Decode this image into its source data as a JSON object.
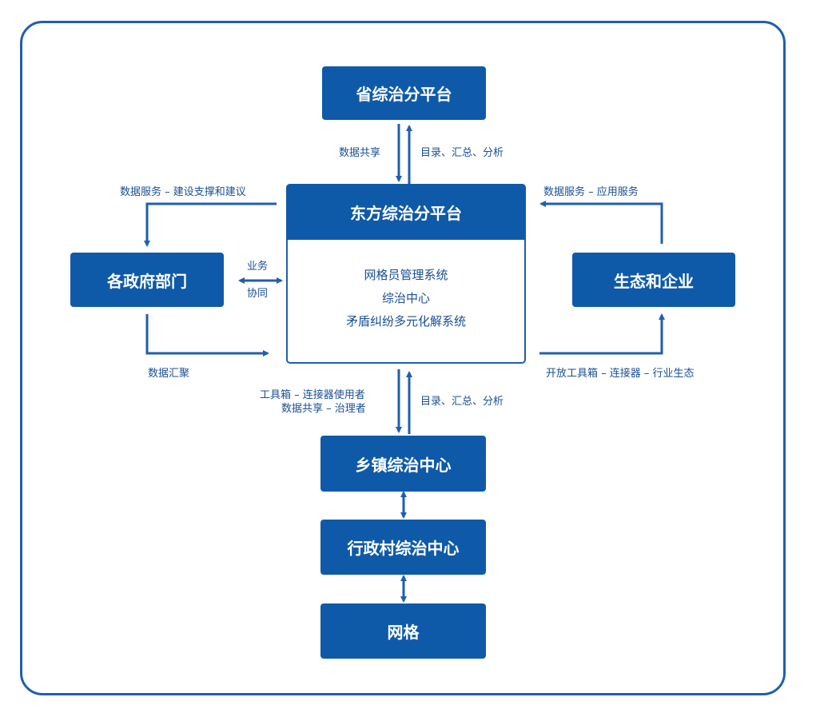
{
  "nodes": {
    "province": "省综治分平台",
    "dongfang": "东方综治分平台",
    "gov": "各政府部门",
    "eco": "生态和企业",
    "township": "乡镇综治中心",
    "village": "行政村综治中心",
    "grid": "网格"
  },
  "center_items": [
    "网格员管理系统",
    "综治中心",
    "矛盾纠纷多元化解系统"
  ],
  "labels": {
    "data_share_top": "数据共享",
    "catalog_top": "目录、汇总、分析",
    "data_service_left": "数据服务 – 建设支撑和建议",
    "data_service_right": "数据服务 – 应用服务",
    "biz_1": "业务",
    "biz_2": "协同",
    "data_gather": "数据汇聚",
    "open_tools": "开放工具箱 – 连接器 – 行业生态",
    "tools_users": "工具箱 – 连接器使用者",
    "data_share_gov": "数据共享 – 治理者",
    "catalog_bottom": "目录、汇总、分析"
  },
  "colors": {
    "primary": "#0f5aa8",
    "text": "#1a4f94",
    "border": "#1f5fae"
  }
}
